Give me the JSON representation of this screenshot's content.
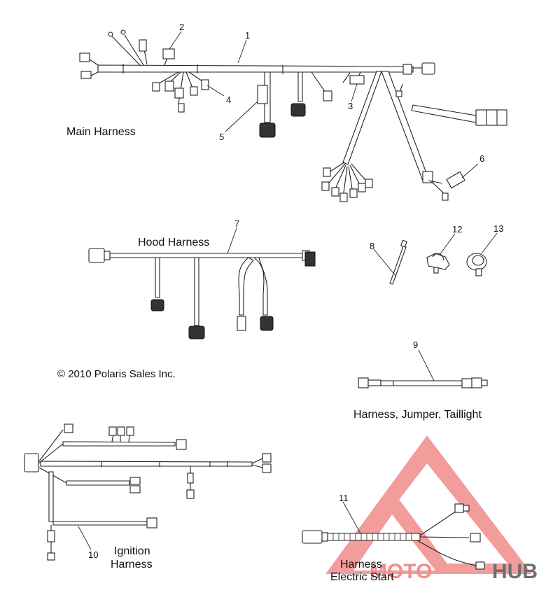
{
  "callouts": {
    "c1": "1",
    "c2": "2",
    "c3": "3",
    "c4": "4",
    "c5": "5",
    "c6": "6",
    "c7": "7",
    "c8": "8",
    "c9": "9",
    "c10": "10",
    "c11": "11",
    "c12": "12",
    "c13": "13"
  },
  "labels": {
    "main_harness": "Main Harness",
    "hood_harness": "Hood Harness",
    "copyright": "© 2010 Polaris Sales Inc.",
    "jumper_taillight": "Harness, Jumper, Taillight",
    "ignition_line1": "Ignition",
    "ignition_line2": "Harness",
    "electric_line1": "Harness",
    "electric_line2": "Electric Start"
  },
  "watermark": {
    "brand_a": "MOTO",
    "brand_b": "HUB",
    "color_primary": "#f07a7a",
    "color_secondary": "#555555"
  }
}
